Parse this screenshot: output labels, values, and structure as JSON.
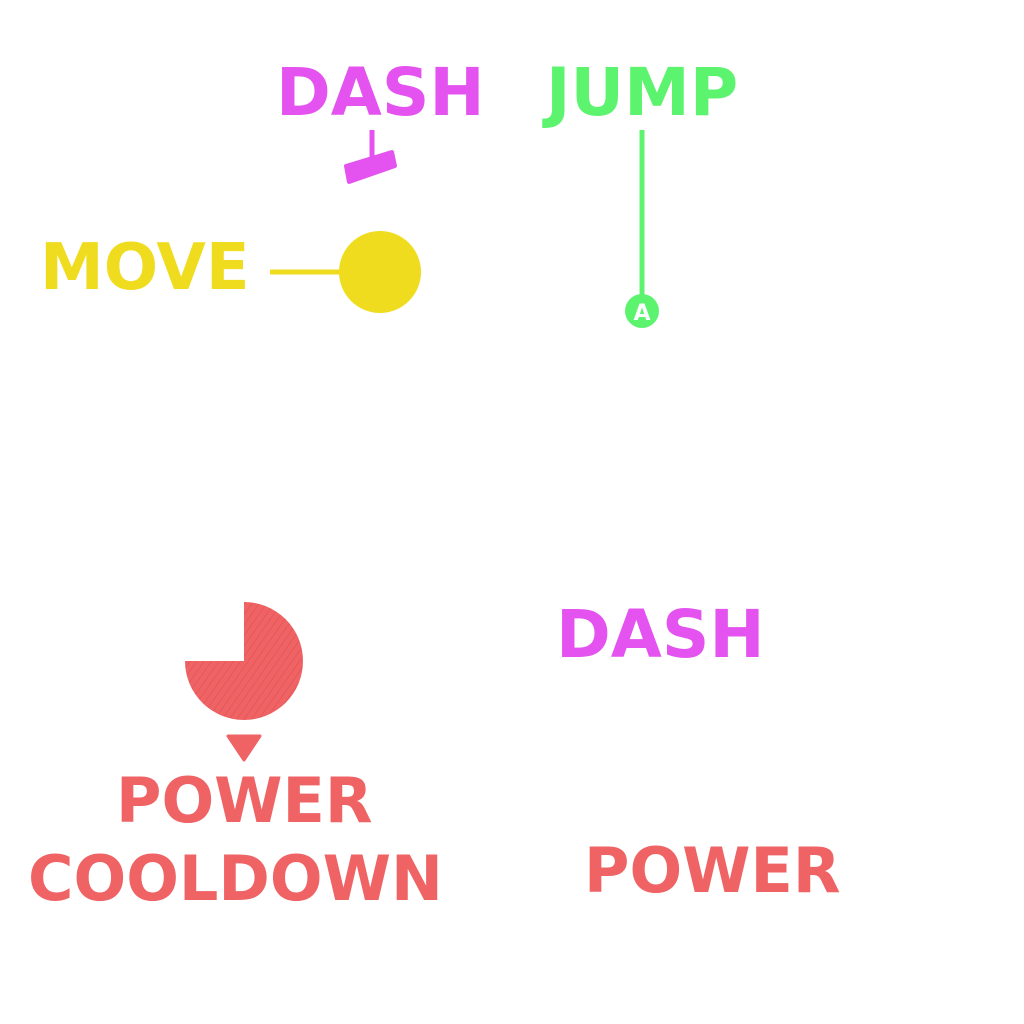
{
  "colors": {
    "dash": "#e453ef",
    "jump": "#5cf46e",
    "move": "#f0dc1e",
    "power": "#ef6365"
  },
  "controls": {
    "dash_label": "DASH",
    "jump_label": "JUMP",
    "move_label": "MOVE",
    "jump_button_glyph": "A"
  },
  "legend": {
    "dash_label": "DASH",
    "power_cooldown_line1": "POWER",
    "power_cooldown_line2": "COOLDOWN",
    "power_label": "POWER"
  },
  "icons": {
    "dash": "dash-stick-icon",
    "jump": "a-button-icon",
    "move": "joystick-icon",
    "cooldown": "cooldown-pie-icon",
    "pointer": "triangle-pointer-icon"
  },
  "cooldown": {
    "remaining_fraction": 0.75
  }
}
